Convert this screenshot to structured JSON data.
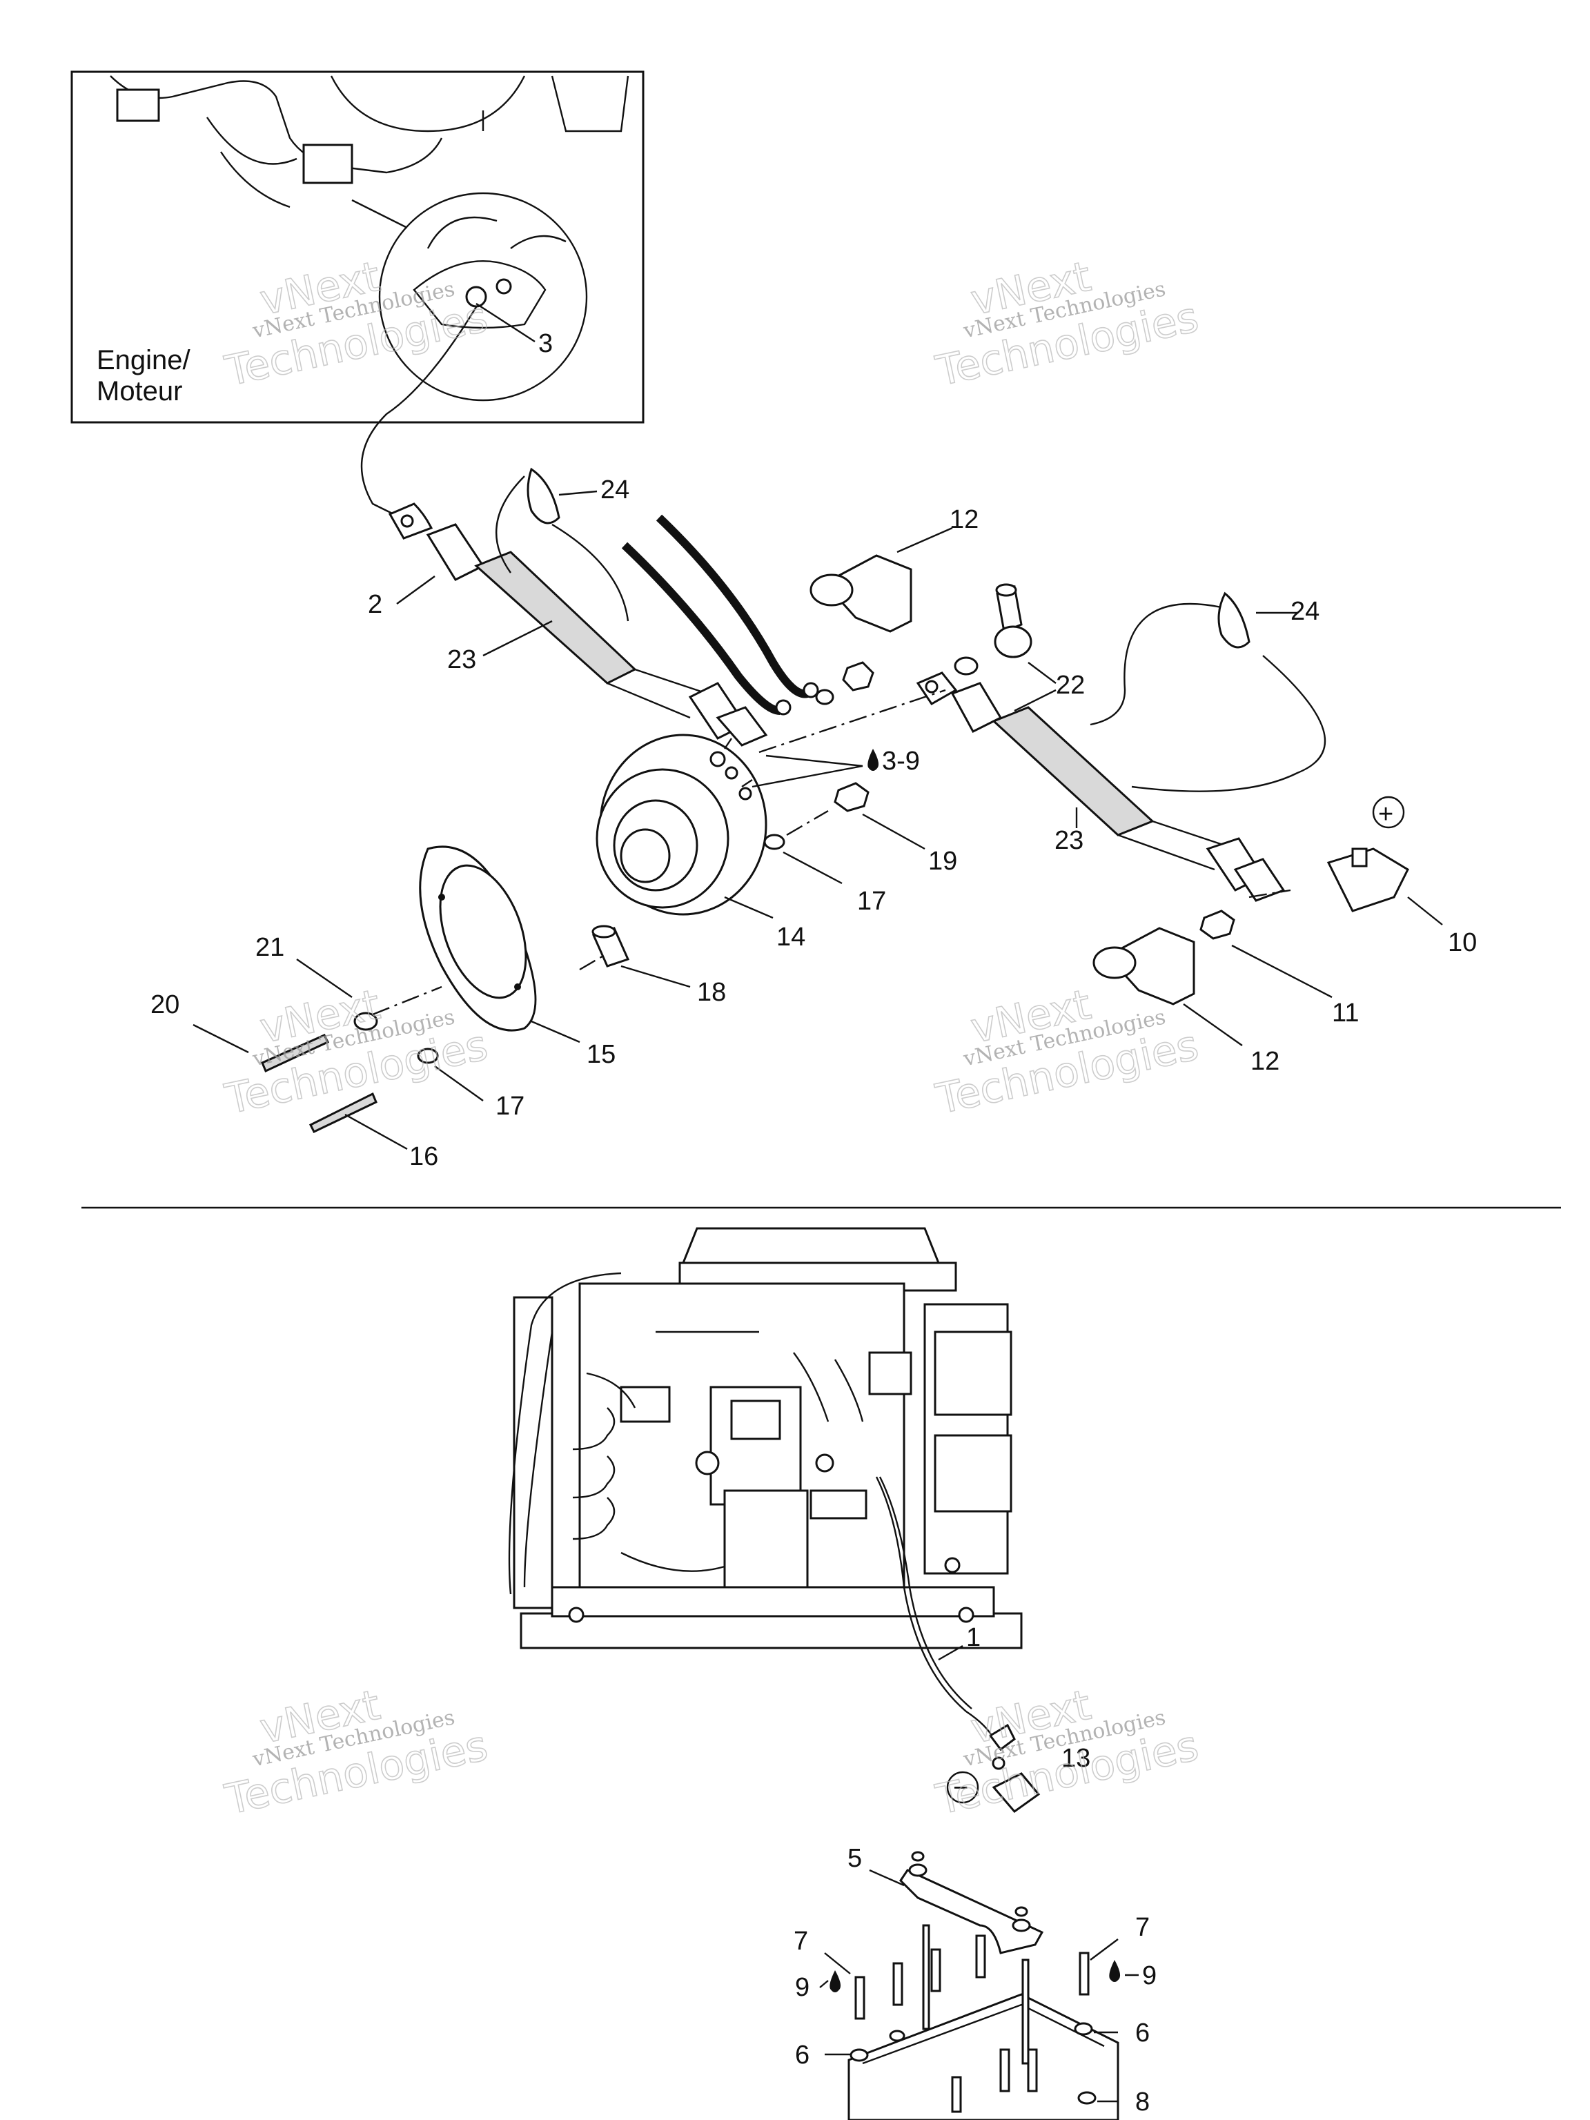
{
  "inset": {
    "line1": "Engine/",
    "line2": "Moteur"
  },
  "watermark": {
    "small": "vNext Technologies",
    "large_top": "vNext",
    "large_bottom": "Technologies"
  },
  "callouts": {
    "c1": "1",
    "c2": "2",
    "c3": "3",
    "c5": "5",
    "c6a": "6",
    "c6b": "6",
    "c7a": "7",
    "c7b": "7",
    "c8": "8",
    "c9a": "9",
    "c9b": "9",
    "c10": "10",
    "c11": "11",
    "c12a": "12",
    "c12b": "12",
    "c13": "13",
    "c14": "14",
    "c15": "15",
    "c16": "16",
    "c17a": "17",
    "c17b": "17",
    "c18": "18",
    "c19": "19",
    "c20": "20",
    "c21": "21",
    "c22": "22",
    "c23a": "23",
    "c23b": "23",
    "c24a": "24",
    "c24b": "24",
    "c3_9": "3-9"
  },
  "symbols": {
    "positive": "+",
    "negative": "−"
  }
}
